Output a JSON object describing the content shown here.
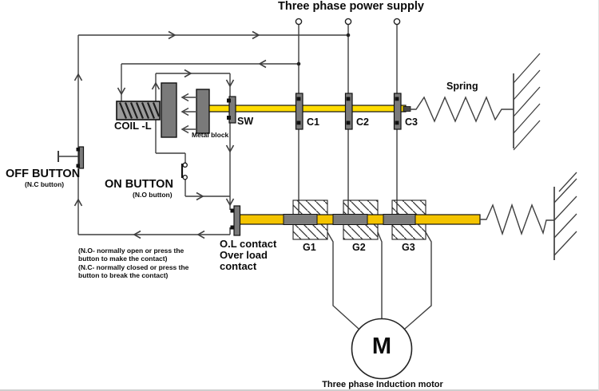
{
  "title": "Three phase power supply",
  "labels": {
    "spring": "Spring",
    "coil": "COIL -L",
    "metal_block": "Metal block",
    "sw": "SW",
    "c1": "C1",
    "c2": "C2",
    "c3": "C3",
    "g1": "G1",
    "g2": "G2",
    "g3": "G3",
    "off_button": "OFF BUTTON",
    "off_button_sub": "(N.C button)",
    "on_button": "ON BUTTON",
    "on_button_sub": "(N.O button)",
    "ol_line1": "O.L contact",
    "ol_line2": "Over load",
    "ol_line3": "contact",
    "motor_letter": "M",
    "motor_caption": "Three phase Induction motor"
  },
  "notes": {
    "line1": "(N.O- normally open or press the",
    "line2": "button to make the contact)",
    "line3": "(N.C- normally closed or press the",
    "line4": "button to break the contact)"
  },
  "colors": {
    "wire": "#3F3F3F",
    "rod_yellow_top": "#FFDC00",
    "rod_yellow_bottom": "#F4C400",
    "metal_gray": "#7A7A7A",
    "coil_gray": "#9A9A9A",
    "segment_gray": "#7D7D7D",
    "rod_tip_dark": "#4A4A4A"
  }
}
